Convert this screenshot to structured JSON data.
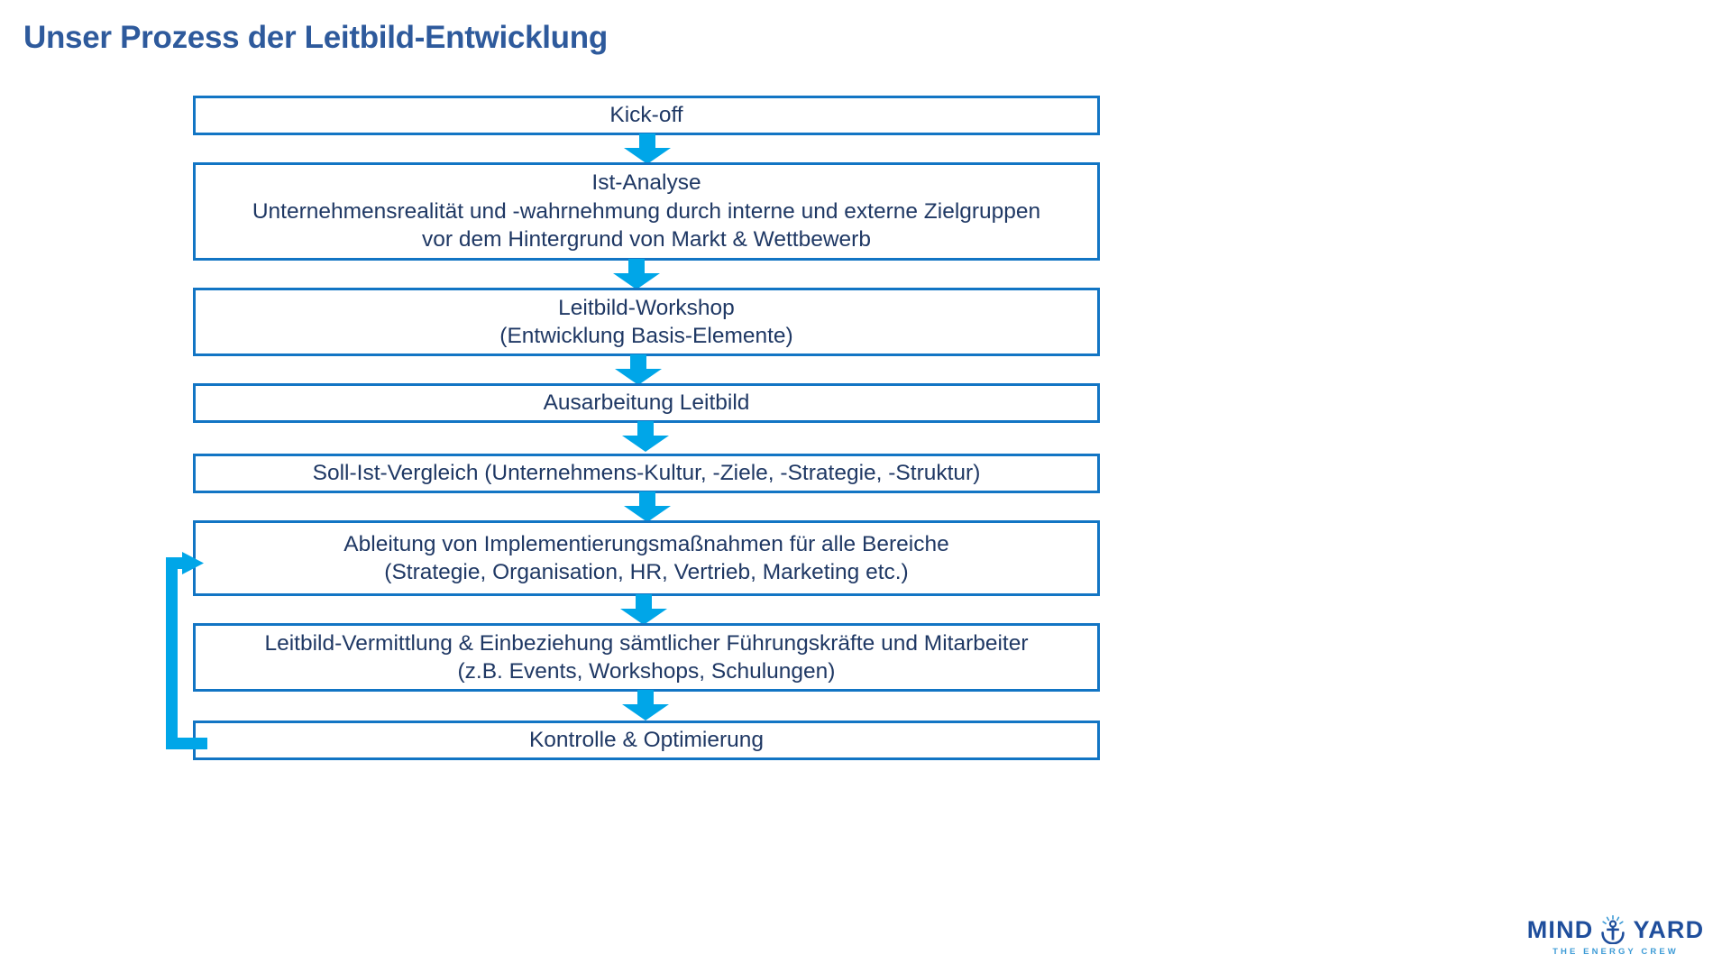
{
  "title": "Unser Prozess der Leitbild-Entwicklung",
  "colors": {
    "title_blue": "#2E5A9C",
    "box_border": "#1275C4",
    "box_text": "#1F3864",
    "arrow_cyan": "#00A6E8",
    "logo_blue": "#1F4E9C",
    "logo_tag_blue": "#3D9BD6",
    "background": "#FFFFFF"
  },
  "flow": {
    "steps": [
      {
        "id": "kick-off",
        "label": "Kick-off"
      },
      {
        "id": "ist-analyse",
        "label": "Ist-Analyse\nUnternehmensrealität und -wahrnehmung durch interne und externe Zielgruppen\nvor dem Hintergrund von Markt & Wettbewerb"
      },
      {
        "id": "leitbild-workshop",
        "label": "Leitbild-Workshop\n(Entwicklung Basis-Elemente)"
      },
      {
        "id": "ausarbeitung-leitbild",
        "label": "Ausarbeitung Leitbild"
      },
      {
        "id": "soll-ist-vergleich",
        "label": "Soll-Ist-Vergleich (Unternehmens-Kultur, -Ziele, -Strategie, -Struktur)"
      },
      {
        "id": "ableitung-implementierungsmassnahmen",
        "label": "Ableitung von Implementierungsmaßnahmen für alle Bereiche\n(Strategie, Organisation, HR, Vertrieb, Marketing etc.)"
      },
      {
        "id": "leitbild-vermittlung",
        "label": "Leitbild-Vermittlung & Einbeziehung sämtlicher Führungskräfte und Mitarbeiter\n(z.B. Events, Workshops, Schulungen)"
      },
      {
        "id": "kontrolle-optimierung",
        "label": "Kontrolle & Optimierung"
      }
    ],
    "connector_count": 7,
    "feedback_loop": {
      "from": "kontrolle-optimierung",
      "to": "ableitung-implementierungsmassnahmen",
      "direction": "upward-left"
    }
  },
  "logo": {
    "word_left": "MIND",
    "word_right": "YARD",
    "tagline": "THE ENERGY CREW",
    "icon": "anchor-icon"
  }
}
